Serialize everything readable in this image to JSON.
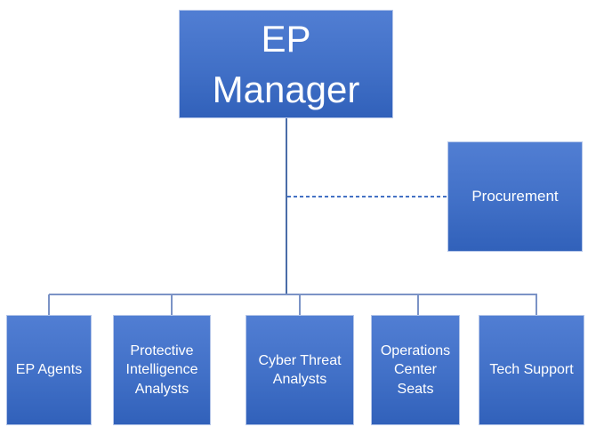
{
  "org_chart": {
    "root": {
      "label": "EP Manager"
    },
    "staff_node": {
      "label": "Procurement"
    },
    "children": [
      {
        "label": "EP Agents"
      },
      {
        "label": "Protective Intelligence Analysts"
      },
      {
        "label": "Cyber Threat Analysts"
      },
      {
        "label": "Operations Center Seats"
      },
      {
        "label": "Tech Support"
      }
    ],
    "connectors": {
      "root_to_children": "solid",
      "root_to_staff": "dashed"
    },
    "colors": {
      "node_fill_top": "#517ed3",
      "node_fill_bottom": "#3161ba",
      "node_border": "#b5c6e9",
      "node_text": "#ffffff",
      "connector_main": "#4a6da8",
      "connector_branch": "#7b93c6",
      "connector_dashed": "#4472c4",
      "background": "#ffffff"
    }
  }
}
